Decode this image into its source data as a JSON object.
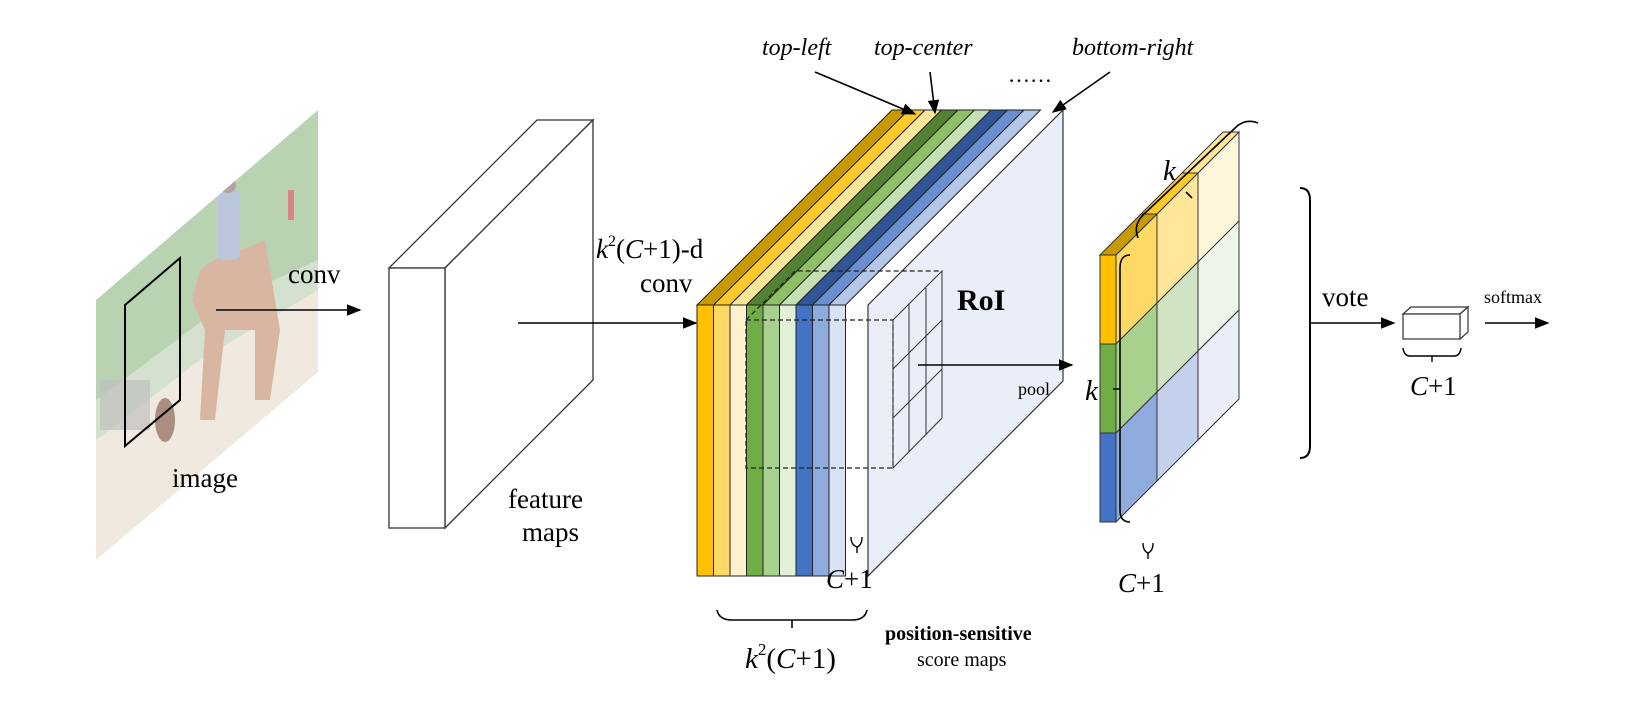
{
  "diagram": {
    "title": "R-FCN position-sensitive score maps and RoI pooling",
    "labels": {
      "image": "image",
      "conv1": "conv",
      "feature_maps_line1": "feature",
      "feature_maps_line2": "maps",
      "conv2_dim_k": "k",
      "conv2_dim_sup": "2",
      "conv2_dim_rest_open": "(",
      "conv2_dim_C": "C",
      "conv2_dim_tail": "+1)-d",
      "conv2": "conv",
      "top_left": "top-left",
      "top_center": "top-center",
      "ellipsis": "……",
      "bottom_right": "bottom-right",
      "roi": "RoI",
      "pool": "pool",
      "cplus1_stack": "+1",
      "cplus1_stack_C": "C",
      "k2c1_k": "k",
      "k2c1_sup": "2",
      "k2c1_open": "(",
      "k2c1_C": "C",
      "k2c1_tail": "+1)",
      "ps_line1": "position-sensitive",
      "ps_line2": "score maps",
      "k_top": "k",
      "k_left": "k",
      "cplus1_grid_C": "C",
      "cplus1_grid": "+1",
      "vote": "vote",
      "cplus1_vec_C": "C",
      "cplus1_vec": "+1",
      "softmax": "softmax"
    },
    "score_map_colors": {
      "front": [
        "#ffc000",
        "#ffd966",
        "#fff2cc",
        "#70ad47",
        "#a9d18e",
        "#e2f0d9",
        "#4472c4",
        "#8faadc",
        "#dae3f3"
      ],
      "top": [
        "#c99a00",
        "#ffca28",
        "#ffe699",
        "#548235",
        "#8fbf66",
        "#c5e0b4",
        "#2f5597",
        "#6a8fd0",
        "#b4c7e7"
      ],
      "back_face": "#e9eef8"
    },
    "pooled_grid": {
      "rows": [
        {
          "name": "yellow",
          "colors": [
            "#ffd966",
            "#ffe699",
            "#fff7dc"
          ],
          "side": "#ffc000"
        },
        {
          "name": "green",
          "colors": [
            "#a9d18e",
            "#d0e4c3",
            "#eef5e9"
          ],
          "side": "#70ad47"
        },
        {
          "name": "blue",
          "colors": [
            "#8faadc",
            "#c3d1ec",
            "#e9eef8"
          ],
          "side": "#4472c4"
        }
      ],
      "top_colors": [
        "#c99a00",
        "#ffca28",
        "#ffe699"
      ]
    },
    "image_colors": {
      "sky": "#b8cfb0",
      "trees": "#8fb884",
      "ground": "#e6dbcc",
      "horse": "#c08a6a",
      "rider": "#8ea3c8"
    }
  }
}
